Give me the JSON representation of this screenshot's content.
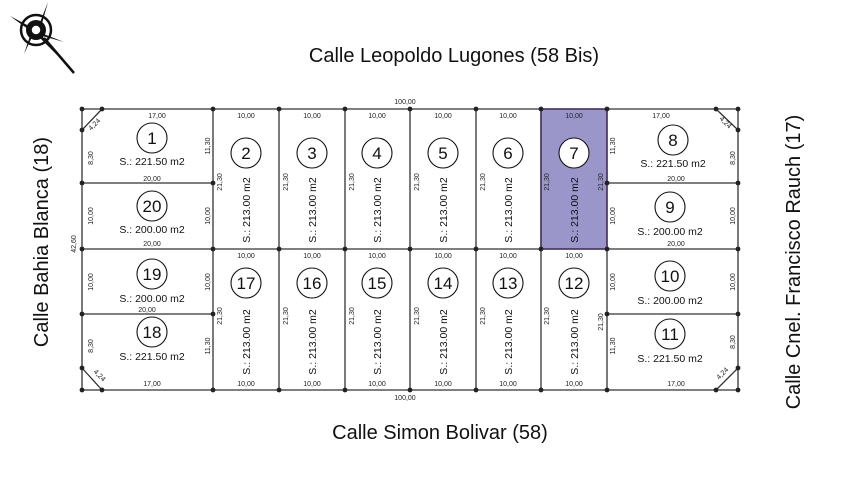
{
  "streets": {
    "north": "Calle Leopoldo Lugones (58 Bis)",
    "south": "Calle Simon Bolivar (58)",
    "west": "Calle Bahia Blanca (18)",
    "east": "Calle Cnel. Francisco Rauch (17)"
  },
  "block": {
    "top_length": "100,00",
    "bottom_length": "100,00",
    "side_length": "42,60"
  },
  "highlight_color": "#9b96c9",
  "highlight_stroke": "#8a2be2",
  "lots": [
    {
      "number": "1",
      "area": "S.: 221.50 m2"
    },
    {
      "number": "2",
      "area": "S.: 213.00 m2"
    },
    {
      "number": "3",
      "area": "S.: 213.00 m2"
    },
    {
      "number": "4",
      "area": "S.: 213.00 m2"
    },
    {
      "number": "5",
      "area": "S.: 213.00 m2"
    },
    {
      "number": "6",
      "area": "S.: 213.00 m2"
    },
    {
      "number": "7",
      "area": "S.: 213.00 m2",
      "highlighted": true
    },
    {
      "number": "8",
      "area": "S.: 221.50 m2"
    },
    {
      "number": "9",
      "area": "S.: 200.00 m2"
    },
    {
      "number": "10",
      "area": "S.: 200.00 m2"
    },
    {
      "number": "11",
      "area": "S.: 221.50 m2"
    },
    {
      "number": "12",
      "area": "S.: 213.00 m2"
    },
    {
      "number": "13",
      "area": "S.: 213.00 m2"
    },
    {
      "number": "14",
      "area": "S.: 213.00 m2"
    },
    {
      "number": "15",
      "area": "S.: 213.00 m2"
    },
    {
      "number": "16",
      "area": "S.: 213.00 m2"
    },
    {
      "number": "17",
      "area": "S.: 213.00 m2"
    },
    {
      "number": "18",
      "area": "S.: 221.50 m2"
    },
    {
      "number": "19",
      "area": "S.: 200.00 m2"
    },
    {
      "number": "20",
      "area": "S.: 200.00 m2"
    }
  ],
  "dimensions": {
    "corner_top": "17,00",
    "corner_chamfer": "4,24",
    "corner_side": "8,30",
    "corner_side_long": "11,30",
    "wide_lot_width": "20,00",
    "wide_lot_depth": "10,00",
    "narrow_lot_width": "10,00",
    "narrow_lot_depth": "21,30"
  }
}
